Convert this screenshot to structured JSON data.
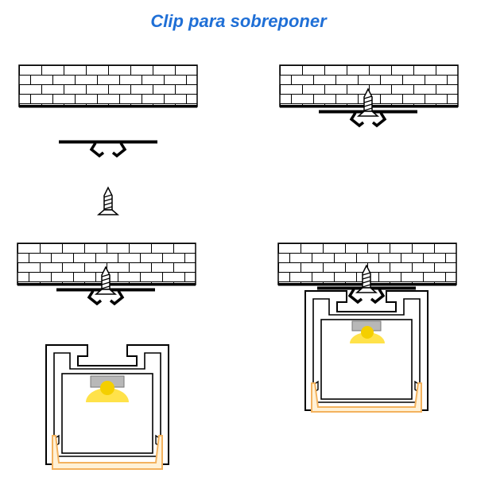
{
  "title": "Clip para sobreponer",
  "colors": {
    "title": "#1f6fd6",
    "line": "#000000",
    "led_glow": "#ffe24a",
    "led_core": "#f4cf00",
    "led_mount": "#b8b8b8",
    "diffuser_outer": "#f3b25e",
    "diffuser_inner": "#fff1d6"
  },
  "steps": [
    {
      "name": "step-1-wall-clip-screw",
      "parts": [
        "brick-wall",
        "mounting-clip",
        "screw"
      ]
    },
    {
      "name": "step-2-clip-screwed",
      "parts": [
        "brick-wall",
        "screw",
        "mounting-clip"
      ]
    },
    {
      "name": "step-3-clip-screwed",
      "parts": [
        "brick-wall",
        "screw",
        "mounting-clip"
      ]
    },
    {
      "name": "step-4-profile-attached",
      "parts": [
        "brick-wall",
        "screw",
        "mounting-clip",
        "led-profile"
      ]
    }
  ]
}
